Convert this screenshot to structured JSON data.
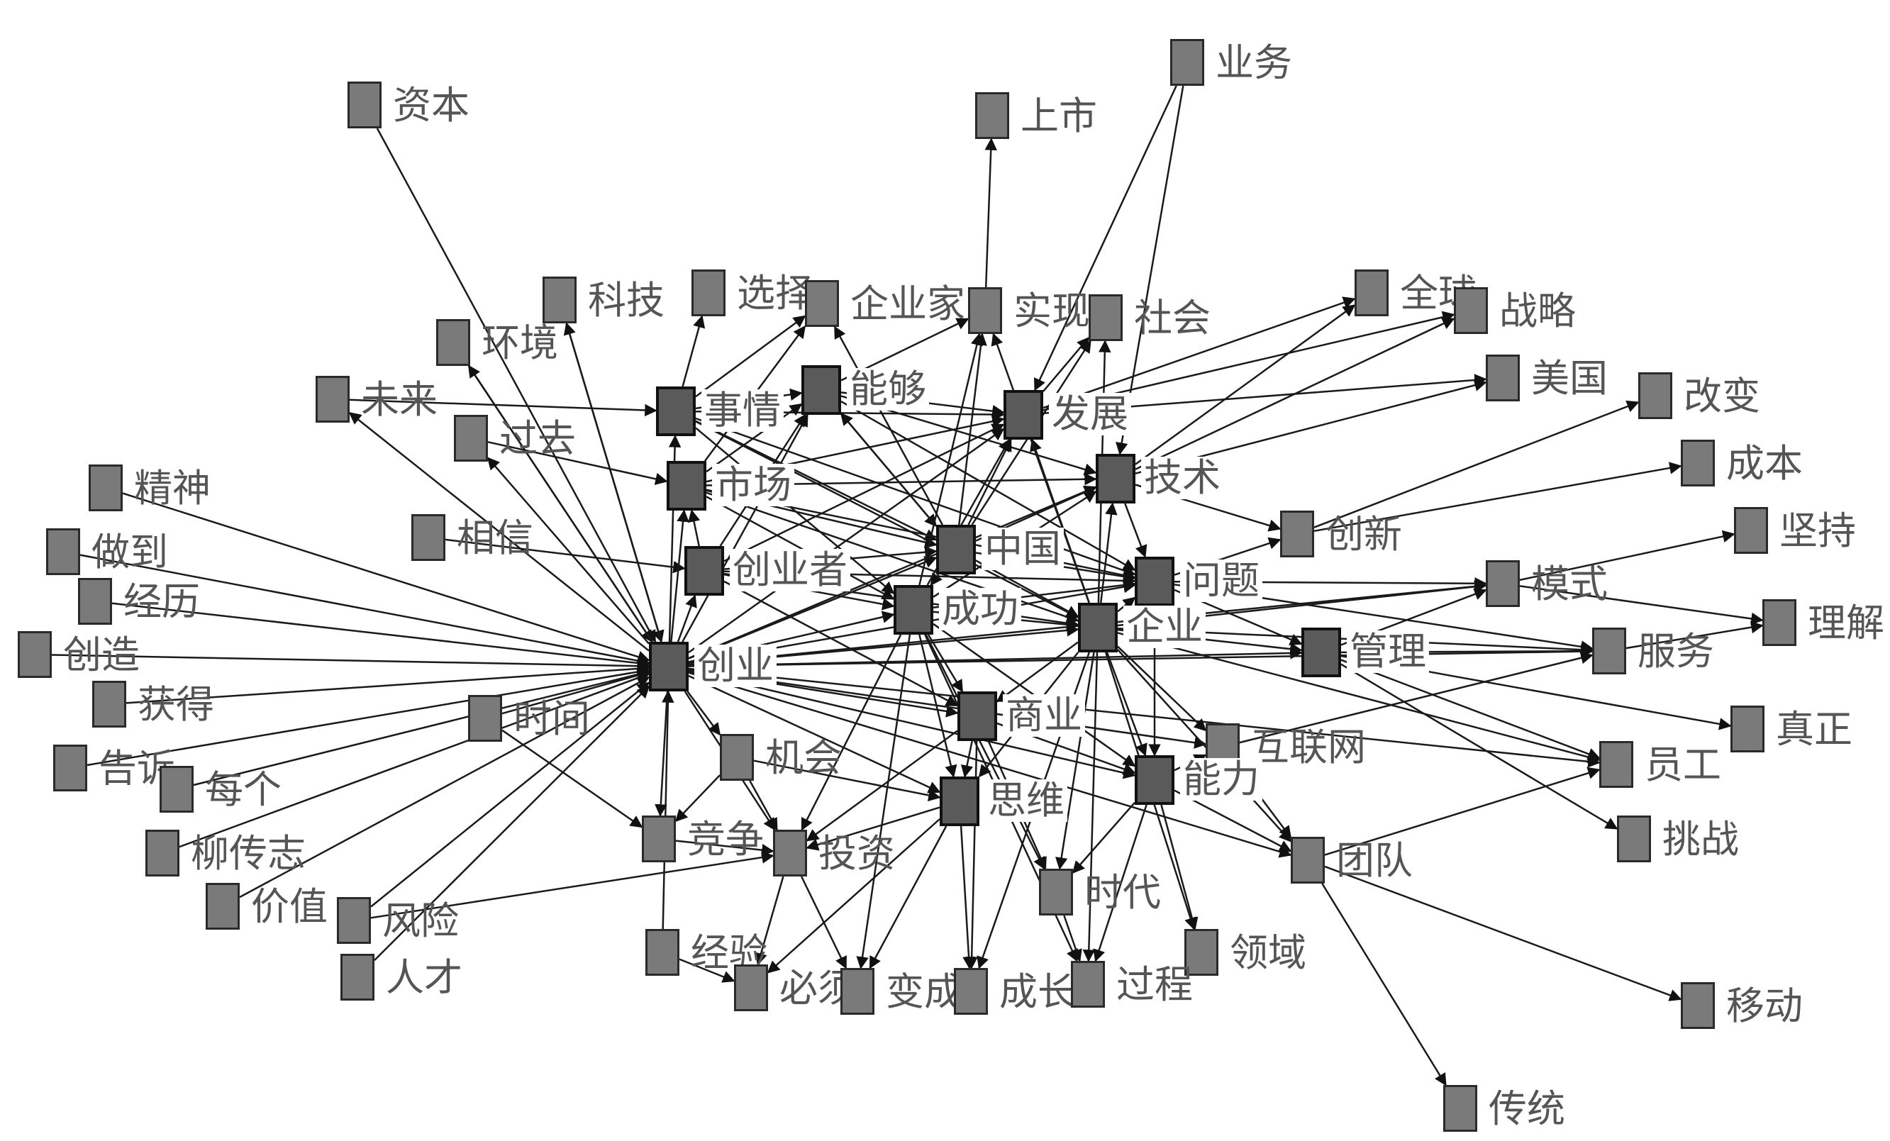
{
  "diagram": {
    "type": "network",
    "directed": true,
    "nodes": [
      {
        "id": "zb",
        "label": "资本"
      },
      {
        "id": "yw",
        "label": "业务"
      },
      {
        "id": "ss",
        "label": "上市"
      },
      {
        "id": "kj",
        "label": "科技"
      },
      {
        "id": "xz",
        "label": "选择"
      },
      {
        "id": "qyj",
        "label": "企业家"
      },
      {
        "id": "sx",
        "label": "实现"
      },
      {
        "id": "sh",
        "label": "社会"
      },
      {
        "id": "qq",
        "label": "全球"
      },
      {
        "id": "zl",
        "label": "战略"
      },
      {
        "id": "hj",
        "label": "环境"
      },
      {
        "id": "wl",
        "label": "未来"
      },
      {
        "id": "sq",
        "label": "事情"
      },
      {
        "id": "ng",
        "label": "能够"
      },
      {
        "id": "fz",
        "label": "发展"
      },
      {
        "id": "mg",
        "label": "美国"
      },
      {
        "id": "gb",
        "label": "改变"
      },
      {
        "id": "gq",
        "label": "过去"
      },
      {
        "id": "sc",
        "label": "市场"
      },
      {
        "id": "js",
        "label": "技术"
      },
      {
        "id": "cb",
        "label": "成本"
      },
      {
        "id": "jsh",
        "label": "精神"
      },
      {
        "id": "xx",
        "label": "相信"
      },
      {
        "id": "zg",
        "label": "中国"
      },
      {
        "id": "cx",
        "label": "创新"
      },
      {
        "id": "jc",
        "label": "坚持"
      },
      {
        "id": "zd",
        "label": "做到"
      },
      {
        "id": "cyz",
        "label": "创业者"
      },
      {
        "id": "wt",
        "label": "问题"
      },
      {
        "id": "ms",
        "label": "模式"
      },
      {
        "id": "jl",
        "label": "经历"
      },
      {
        "id": "cg",
        "label": "成功"
      },
      {
        "id": "qy",
        "label": "企业"
      },
      {
        "id": "lj",
        "label": "理解"
      },
      {
        "id": "czo",
        "label": "创造"
      },
      {
        "id": "cy",
        "label": "创业"
      },
      {
        "id": "gl",
        "label": "管理"
      },
      {
        "id": "fw",
        "label": "服务"
      },
      {
        "id": "hd",
        "label": "获得"
      },
      {
        "id": "sj",
        "label": "时间"
      },
      {
        "id": "sy",
        "label": "商业"
      },
      {
        "id": "zz",
        "label": "真正"
      },
      {
        "id": "gs",
        "label": "告诉"
      },
      {
        "id": "jh",
        "label": "机会"
      },
      {
        "id": "hlw",
        "label": "互联网"
      },
      {
        "id": "yg",
        "label": "员工"
      },
      {
        "id": "mgr",
        "label": "每个"
      },
      {
        "id": "sw",
        "label": "思维"
      },
      {
        "id": "nl",
        "label": "能力"
      },
      {
        "id": "tz",
        "label": "挑战"
      },
      {
        "id": "lcz",
        "label": "柳传志"
      },
      {
        "id": "jz",
        "label": "竞争"
      },
      {
        "id": "tzi",
        "label": "投资"
      },
      {
        "id": "td",
        "label": "团队"
      },
      {
        "id": "jzh",
        "label": "价值"
      },
      {
        "id": "fx",
        "label": "风险"
      },
      {
        "id": "sd",
        "label": "时代"
      },
      {
        "id": "yd",
        "label": "移动"
      },
      {
        "id": "ly",
        "label": "领域"
      },
      {
        "id": "rc",
        "label": "人才"
      },
      {
        "id": "jy",
        "label": "经验"
      },
      {
        "id": "bx",
        "label": "必须"
      },
      {
        "id": "bc",
        "label": "变成"
      },
      {
        "id": "cz",
        "label": "成长"
      },
      {
        "id": "gc",
        "label": "过程"
      },
      {
        "id": "ct",
        "label": "传统"
      }
    ],
    "edges": [
      [
        "zb",
        "cy"
      ],
      [
        "kj",
        "cy"
      ],
      [
        "hj",
        "cy"
      ],
      [
        "wl",
        "sq"
      ],
      [
        "gq",
        "sc"
      ],
      [
        "xx",
        "cyz"
      ],
      [
        "jsh",
        "cy"
      ],
      [
        "zd",
        "cy"
      ],
      [
        "jl",
        "cy"
      ],
      [
        "czo",
        "cy"
      ],
      [
        "hd",
        "cy"
      ],
      [
        "gs",
        "cy"
      ],
      [
        "mgr",
        "cy"
      ],
      [
        "lcz",
        "cy"
      ],
      [
        "jzh",
        "cy"
      ],
      [
        "fx",
        "cy"
      ],
      [
        "rc",
        "cy"
      ],
      [
        "jy",
        "cy"
      ],
      [
        "sj",
        "cy"
      ],
      [
        "cy",
        "kj"
      ],
      [
        "cy",
        "hj"
      ],
      [
        "cy",
        "sq"
      ],
      [
        "cy",
        "sc"
      ],
      [
        "cy",
        "cyz"
      ],
      [
        "cy",
        "cg"
      ],
      [
        "cy",
        "qy"
      ],
      [
        "cy",
        "zg"
      ],
      [
        "cy",
        "wt"
      ],
      [
        "cy",
        "jh"
      ],
      [
        "cy",
        "jz"
      ],
      [
        "cy",
        "sy"
      ],
      [
        "cy",
        "sw"
      ],
      [
        "cy",
        "nl"
      ],
      [
        "cy",
        "gl"
      ],
      [
        "cy",
        "ms"
      ],
      [
        "cy",
        "fw"
      ],
      [
        "cy",
        "yg"
      ],
      [
        "cy",
        "td"
      ],
      [
        "cy",
        "tzi"
      ],
      [
        "cy",
        "fz"
      ],
      [
        "cy",
        "js"
      ],
      [
        "cy",
        "ng"
      ],
      [
        "cy",
        "gq"
      ],
      [
        "cy",
        "wl"
      ],
      [
        "cy",
        "hlw"
      ],
      [
        "sq",
        "xz"
      ],
      [
        "sq",
        "qyj"
      ],
      [
        "sq",
        "ng"
      ],
      [
        "sq",
        "fz"
      ],
      [
        "sq",
        "zg"
      ],
      [
        "sq",
        "cg"
      ],
      [
        "sq",
        "qy"
      ],
      [
        "sq",
        "wt"
      ],
      [
        "sc",
        "fz"
      ],
      [
        "sc",
        "zg"
      ],
      [
        "sc",
        "cg"
      ],
      [
        "sc",
        "qy"
      ],
      [
        "sc",
        "js"
      ],
      [
        "sc",
        "wt"
      ],
      [
        "sc",
        "qyj"
      ],
      [
        "sc",
        "ng"
      ],
      [
        "cyz",
        "zg"
      ],
      [
        "cyz",
        "cg"
      ],
      [
        "cyz",
        "qy"
      ],
      [
        "cyz",
        "sc"
      ],
      [
        "cyz",
        "wt"
      ],
      [
        "cyz",
        "fz"
      ],
      [
        "cyz",
        "ng"
      ],
      [
        "cyz",
        "sy"
      ],
      [
        "ng",
        "sx"
      ],
      [
        "ng",
        "fz"
      ],
      [
        "ng",
        "zg"
      ],
      [
        "ng",
        "js"
      ],
      [
        "ng",
        "wt"
      ],
      [
        "zg",
        "qy"
      ],
      [
        "zg",
        "fz"
      ],
      [
        "zg",
        "sx"
      ],
      [
        "zg",
        "sh"
      ],
      [
        "zg",
        "js"
      ],
      [
        "zg",
        "wt"
      ],
      [
        "zg",
        "cg"
      ],
      [
        "zg",
        "qyj"
      ],
      [
        "zg",
        "ng"
      ],
      [
        "cg",
        "qy"
      ],
      [
        "cg",
        "sx"
      ],
      [
        "cg",
        "fz"
      ],
      [
        "cg",
        "sw"
      ],
      [
        "cg",
        "sy"
      ],
      [
        "cg",
        "tzi"
      ],
      [
        "cg",
        "bc"
      ],
      [
        "cg",
        "gc"
      ],
      [
        "cg",
        "sd"
      ],
      [
        "cg",
        "wt"
      ],
      [
        "cg",
        "js"
      ],
      [
        "cg",
        "nl"
      ],
      [
        "qy",
        "fz"
      ],
      [
        "qy",
        "sx"
      ],
      [
        "qy",
        "sh"
      ],
      [
        "qy",
        "js"
      ],
      [
        "qy",
        "wt"
      ],
      [
        "qy",
        "gl"
      ],
      [
        "qy",
        "nl"
      ],
      [
        "qy",
        "hlw"
      ],
      [
        "qy",
        "td"
      ],
      [
        "qy",
        "ms"
      ],
      [
        "qy",
        "fw"
      ],
      [
        "qy",
        "yg"
      ],
      [
        "qy",
        "cz"
      ],
      [
        "qy",
        "gc"
      ],
      [
        "qy",
        "sd"
      ],
      [
        "qy",
        "ly"
      ],
      [
        "qy",
        "sy"
      ],
      [
        "qy",
        "sw"
      ],
      [
        "sx",
        "ss"
      ],
      [
        "fz",
        "qq"
      ],
      [
        "fz",
        "zl"
      ],
      [
        "fz",
        "mg"
      ],
      [
        "fz",
        "sh"
      ],
      [
        "js",
        "qq"
      ],
      [
        "js",
        "zl"
      ],
      [
        "js",
        "mg"
      ],
      [
        "js",
        "cx"
      ],
      [
        "js",
        "wt"
      ],
      [
        "wt",
        "cx"
      ],
      [
        "wt",
        "ms"
      ],
      [
        "wt",
        "gl"
      ],
      [
        "wt",
        "nl"
      ],
      [
        "wt",
        "fw"
      ],
      [
        "cx",
        "gb"
      ],
      [
        "cx",
        "cb"
      ],
      [
        "ms",
        "jc"
      ],
      [
        "ms",
        "lj"
      ],
      [
        "gl",
        "ms"
      ],
      [
        "gl",
        "fw"
      ],
      [
        "gl",
        "yg"
      ],
      [
        "gl",
        "zz"
      ],
      [
        "gl",
        "tz"
      ],
      [
        "fw",
        "lj"
      ],
      [
        "nl",
        "hlw"
      ],
      [
        "nl",
        "td"
      ],
      [
        "nl",
        "ly"
      ],
      [
        "nl",
        "sd"
      ],
      [
        "nl",
        "gc"
      ],
      [
        "hlw",
        "fw"
      ],
      [
        "hlw",
        "td"
      ],
      [
        "td",
        "yg"
      ],
      [
        "td",
        "yd"
      ],
      [
        "td",
        "ct"
      ],
      [
        "sy",
        "sw"
      ],
      [
        "sy",
        "nl"
      ],
      [
        "sy",
        "tzi"
      ],
      [
        "sy",
        "sd"
      ],
      [
        "sy",
        "cz"
      ],
      [
        "sw",
        "tzi"
      ],
      [
        "sw",
        "bc"
      ],
      [
        "sw",
        "cz"
      ],
      [
        "sw",
        "bx"
      ],
      [
        "jh",
        "tzi"
      ],
      [
        "jh",
        "sw"
      ],
      [
        "jh",
        "jz"
      ],
      [
        "jz",
        "tzi"
      ],
      [
        "fx",
        "tzi"
      ],
      [
        "tzi",
        "bc"
      ],
      [
        "tzi",
        "bx"
      ],
      [
        "yw",
        "fz"
      ],
      [
        "yw",
        "js"
      ],
      [
        "sd",
        "gc"
      ],
      [
        "jy",
        "bx"
      ],
      [
        "sj",
        "jz"
      ]
    ]
  }
}
